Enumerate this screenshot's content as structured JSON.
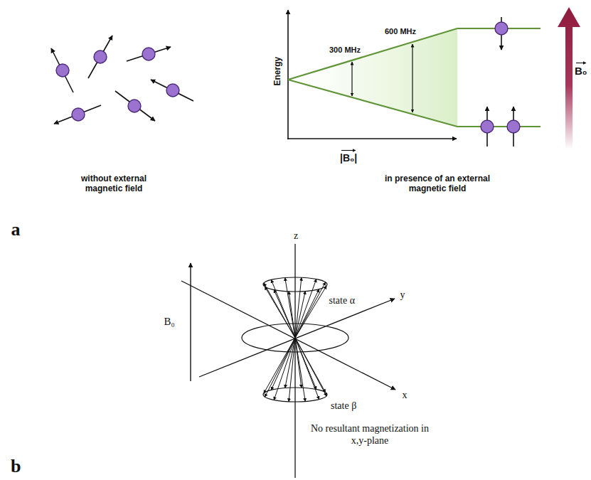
{
  "diagram": {
    "labels": [
      "a",
      "without external magnetic field",
      "Energy",
      "300 MHz",
      "600 MHz",
      "|B₀|",
      "B₀",
      "in presence of an external magnetic field",
      "b",
      "z",
      "y",
      "x",
      "state α",
      "state β",
      "B₀",
      "No resultant magnetization in x,y-plane"
    ]
  }
}
